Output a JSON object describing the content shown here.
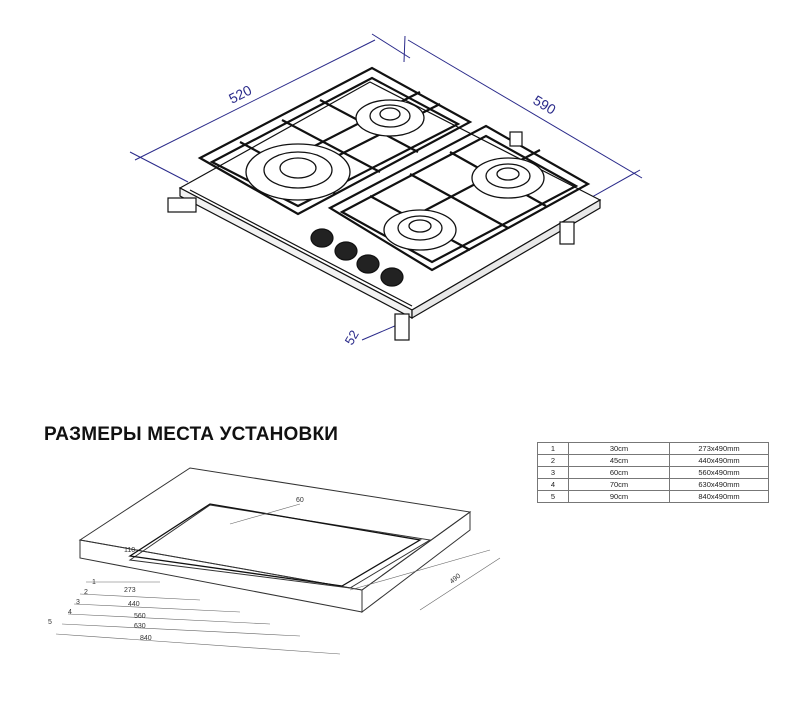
{
  "hob": {
    "dim_width": "590",
    "dim_depth": "520",
    "dim_height": "52"
  },
  "install": {
    "title": "РАЗМЕРЫ МЕСТА УСТАНОВКИ",
    "dim_depth": "490",
    "dim_front_offset": "60",
    "dim_side_offset": "110",
    "row_numbers": [
      "1",
      "2",
      "3",
      "4",
      "5"
    ],
    "cut_widths": [
      "273",
      "440",
      "560",
      "630",
      "840"
    ]
  },
  "table": {
    "rows": [
      {
        "num": "1",
        "size": "30cm",
        "cutout": "273x490mm"
      },
      {
        "num": "2",
        "size": "45cm",
        "cutout": "440x490mm"
      },
      {
        "num": "3",
        "size": "60cm",
        "cutout": "560x490mm"
      },
      {
        "num": "4",
        "size": "70cm",
        "cutout": "630x490mm"
      },
      {
        "num": "5",
        "size": "90cm",
        "cutout": "840x490mm"
      }
    ]
  },
  "colors": {
    "dimension": "#2a2a8a",
    "line": "#111111"
  }
}
